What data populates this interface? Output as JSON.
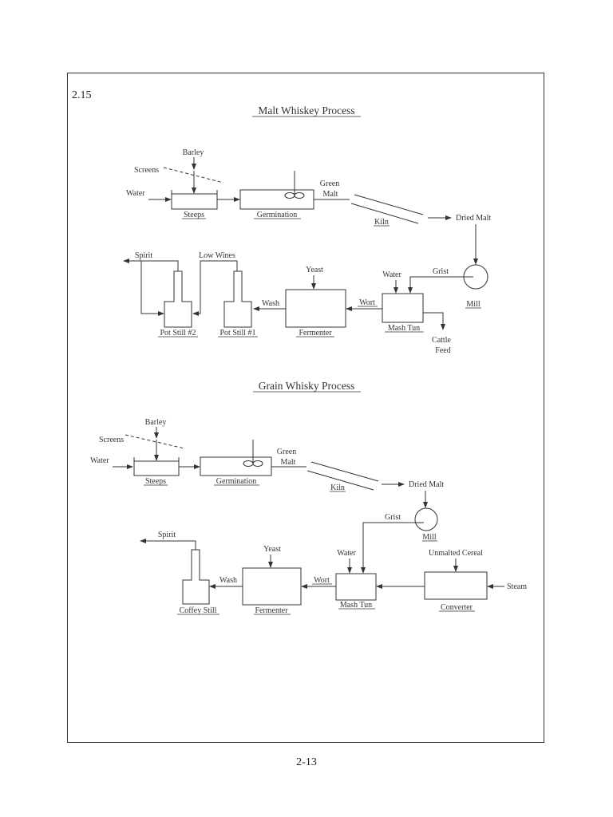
{
  "section_number": "2.15",
  "page_number": "2-13",
  "malt": {
    "title": "Malt Whiskey Process",
    "labels": {
      "barley": "Barley",
      "screens": "Screens",
      "water_in": "Water",
      "steeps": "Steeps",
      "germination": "Germination",
      "green": "Green",
      "malt": "Malt",
      "kiln": "Kiln",
      "dried_malt": "Dried Malt",
      "mill": "Mill",
      "grist": "Grist",
      "water_mash": "Water",
      "mash_tun": "Mash Tun",
      "wort": "Wort",
      "cattle": "Cattle",
      "feed": "Feed",
      "yeast": "Yeast",
      "fermenter": "Fermenter",
      "wash": "Wash",
      "pot_still_1": "Pot Still #1",
      "pot_still_2": "Pot Still #2",
      "low_wines": "Low Wines",
      "spirit": "Spirit"
    }
  },
  "grain": {
    "title": "Grain Whisky Process",
    "labels": {
      "barley": "Barley",
      "screens": "Screens",
      "water_in": "Water",
      "steeps": "Steeps",
      "germination": "Germination",
      "green": "Green",
      "malt": "Malt",
      "kiln": "Kiln",
      "dried_malt": "Dried Malt",
      "mill": "Mill",
      "grist": "Grist",
      "water_mash": "Water",
      "mash_tun": "Mash Tun",
      "wort": "Wort",
      "unmalted_cereal": "Unmalted Cereal",
      "converter": "Converter",
      "steam": "Steam",
      "yeast": "Yeast",
      "fermenter": "Fermenter",
      "wash": "Wash",
      "coffey_still": "Coffey Still",
      "spirit": "Spirit"
    }
  }
}
